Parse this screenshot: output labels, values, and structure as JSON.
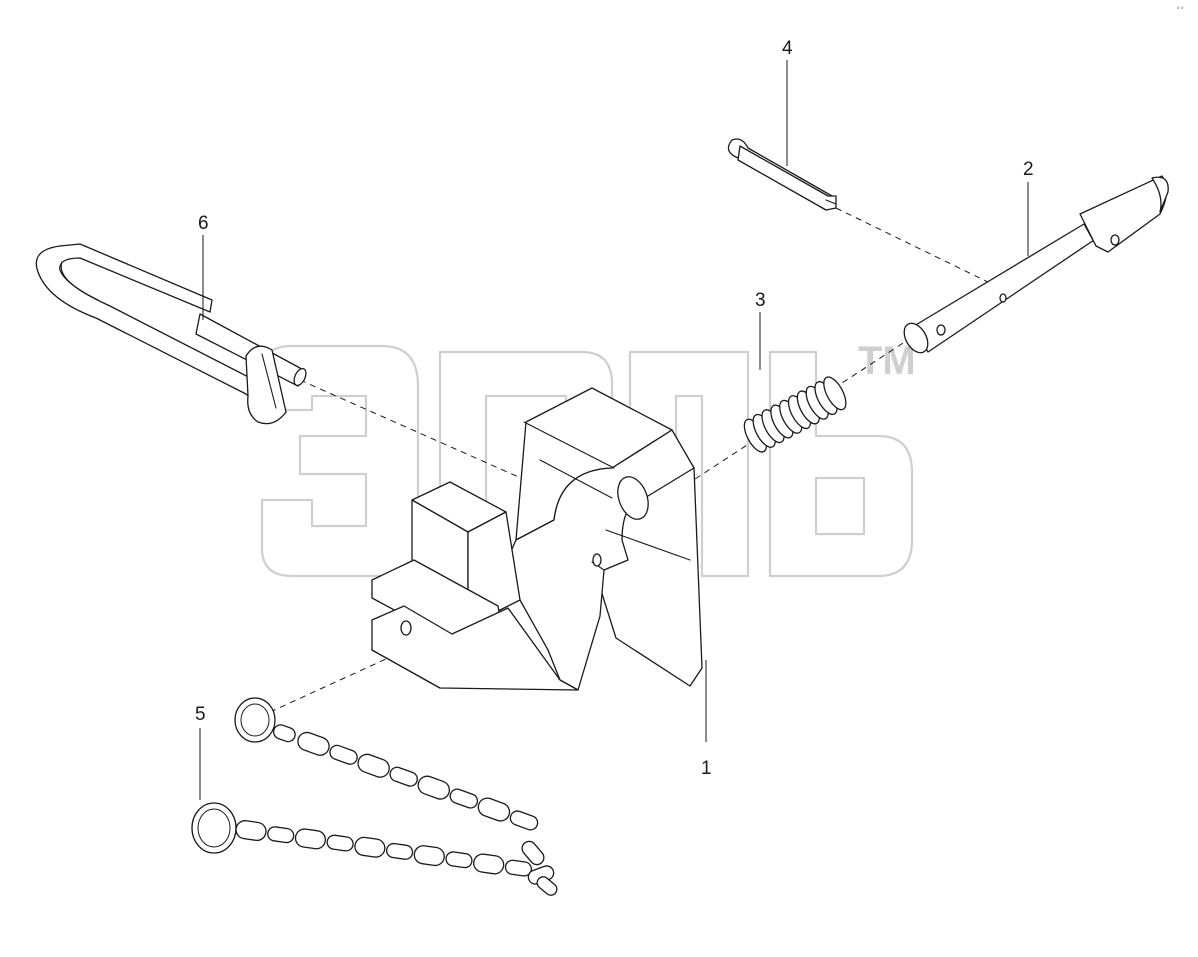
{
  "diagram": {
    "watermark": {
      "trademark": "TM"
    },
    "corner_mark": "°°",
    "parts": [
      {
        "id": "1",
        "label": "1",
        "name": "hitch-hook-body"
      },
      {
        "id": "2",
        "label": "2",
        "name": "hitch-pin"
      },
      {
        "id": "3",
        "label": "3",
        "name": "compression-spring"
      },
      {
        "id": "4",
        "label": "4",
        "name": "cotter-pin"
      },
      {
        "id": "5",
        "label": "5",
        "name": "retaining-chain"
      },
      {
        "id": "6",
        "label": "6",
        "name": "lynch-pin"
      }
    ]
  }
}
